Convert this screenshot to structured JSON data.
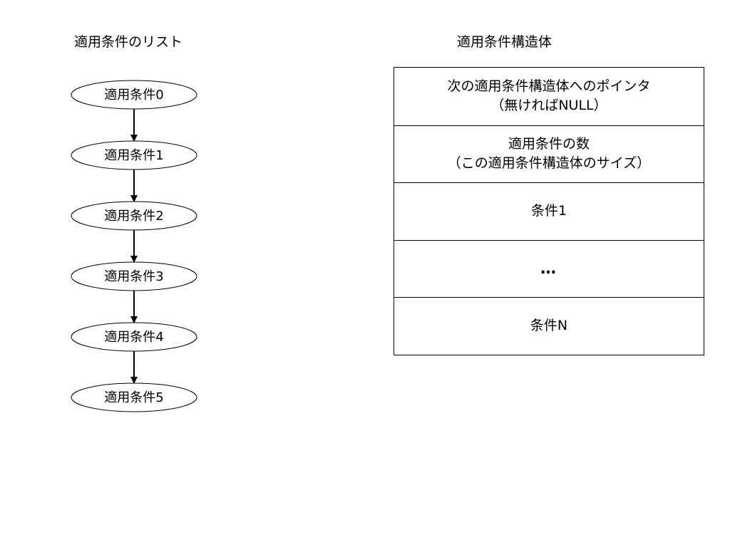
{
  "headings": {
    "list": "適用条件のリスト",
    "structure": "適用条件構造体"
  },
  "list": {
    "nodes": [
      "適用条件0",
      "適用条件1",
      "適用条件2",
      "適用条件3",
      "適用条件4",
      "適用条件5"
    ]
  },
  "structure": {
    "rows": [
      {
        "line1": "次の適用条件構造体へのポインタ",
        "line2": "（無ければNULL）"
      },
      {
        "line1": "適用条件の数",
        "line2": "（この適用条件構造体のサイズ）"
      },
      {
        "line1": "条件1",
        "line2": ""
      },
      {
        "line1": "…",
        "line2": ""
      },
      {
        "line1": "条件N",
        "line2": ""
      }
    ]
  }
}
